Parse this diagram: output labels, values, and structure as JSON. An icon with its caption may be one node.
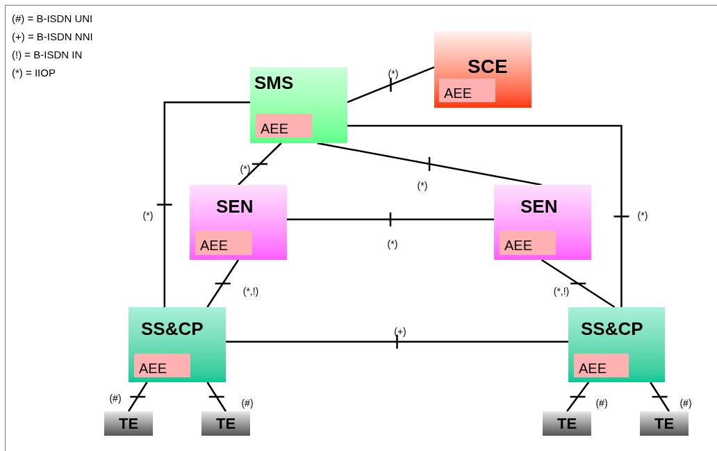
{
  "diagram": {
    "nodes": [
      {
        "text": [
          "SCE"
        ]
      },
      {
        "text": [
          "AEE"
        ],
        "in": 0
      },
      {
        "text": [
          "SMS"
        ]
      },
      {
        "text": [
          "AEE"
        ],
        "in": 2
      },
      {
        "text": [
          "SEN"
        ]
      },
      {
        "text": [
          "AEE"
        ],
        "in": 4
      },
      {
        "text": [
          "SEN"
        ]
      },
      {
        "text": [
          "AEE"
        ],
        "in": 6
      },
      {
        "text": [
          "SS&CP"
        ]
      },
      {
        "text": [
          "AEE"
        ],
        "in": 8
      },
      {
        "text": [
          "SS&CP"
        ]
      },
      {
        "text": [
          "AEE"
        ],
        "in": 10
      },
      {
        "text": [
          "TE"
        ]
      },
      {
        "text": [
          "TE"
        ]
      },
      {
        "text": [
          "TE"
        ]
      },
      {
        "text": [
          "TE"
        ]
      }
    ],
    "edges": [
      {
        "from": 2,
        "to": 0,
        "arrow": "none",
        "label": "(*)"
      },
      {
        "from": 2,
        "to": 4,
        "arrow": "none",
        "label": "(*)"
      },
      {
        "from": 2,
        "to": 6,
        "arrow": "none",
        "label": "(*)"
      },
      {
        "from": 2,
        "to": 8,
        "arrow": "none",
        "label": "(*)"
      },
      {
        "from": 2,
        "to": 10,
        "arrow": "none",
        "label": "(*)"
      },
      {
        "from": 4,
        "to": 6,
        "arrow": "none",
        "label": "(*)"
      },
      {
        "from": 4,
        "to": 8,
        "arrow": "none",
        "label": "(*,!)"
      },
      {
        "from": 6,
        "to": 10,
        "arrow": "none",
        "label": "(*,!)"
      },
      {
        "from": 8,
        "to": 10,
        "arrow": "none",
        "label": "(+)"
      },
      {
        "from": 8,
        "to": 12,
        "arrow": "none",
        "label": "(#)"
      },
      {
        "from": 8,
        "to": 13,
        "arrow": "none",
        "label": "(#)"
      },
      {
        "from": 10,
        "to": 14,
        "arrow": "none",
        "label": "(#)"
      },
      {
        "from": 10,
        "to": 15,
        "arrow": "none",
        "label": "(#)"
      }
    ],
    "labels": [
      "(#) = B-ISDN UNI",
      "(+) = B-ISDN NNI",
      "(!) = B-ISDN IN",
      "(*) = IIOP"
    ]
  }
}
